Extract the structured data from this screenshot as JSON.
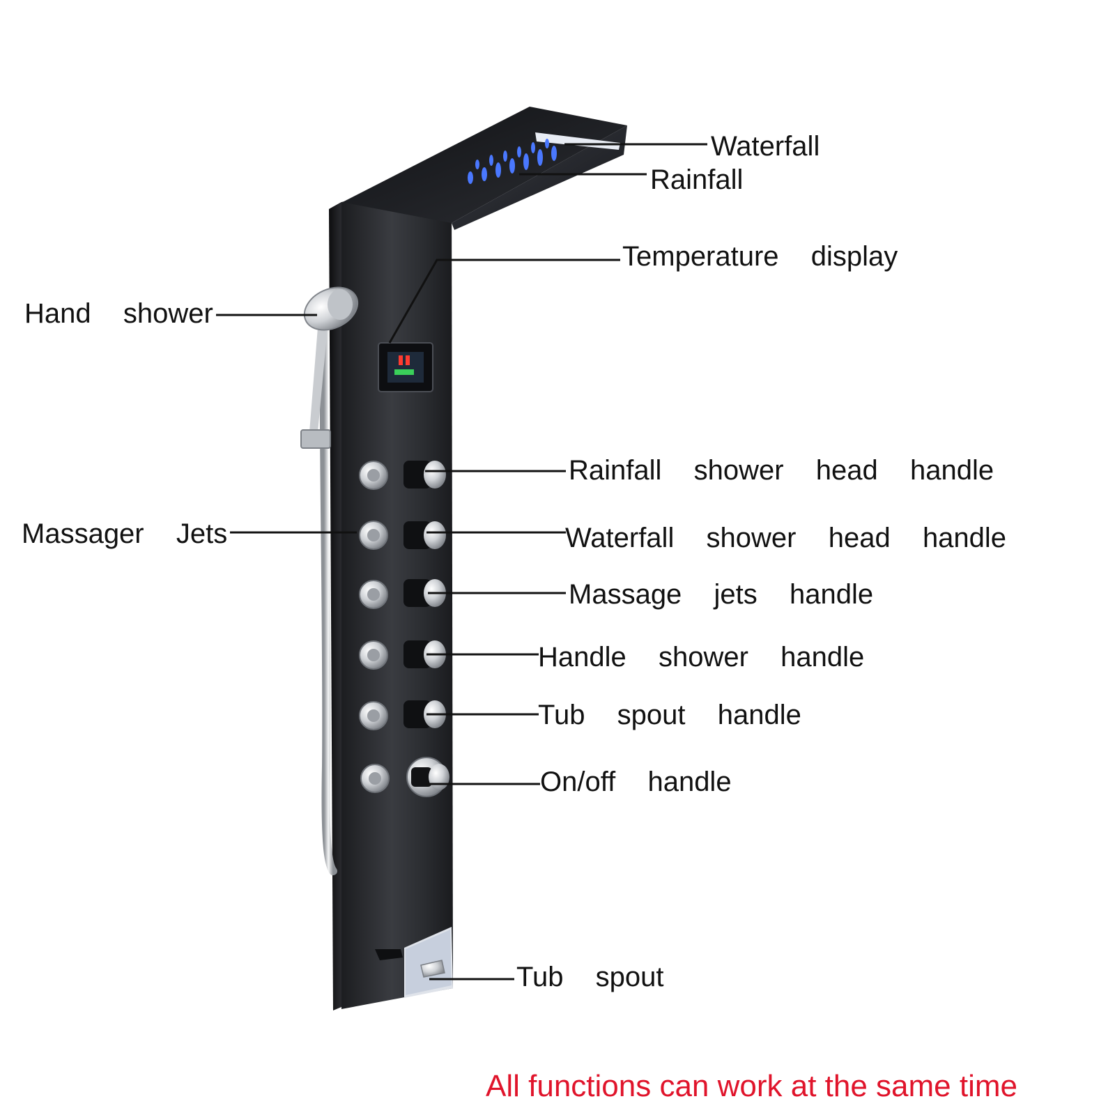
{
  "labels": {
    "waterfall": "Waterfall",
    "rainfall": "Rainfall",
    "temperature_display": "Temperature  display",
    "hand_shower": "Hand  shower",
    "rainfall_handle": "Rainfall  shower  head  handle",
    "massager_jets": "Massager  Jets",
    "waterfall_handle": "Waterfall  shower  head  handle",
    "massage_jets_handle": "Massage  jets  handle",
    "handle_shower_handle": "Handle  shower  handle",
    "tub_spout_handle": "Tub  spout  handle",
    "onoff_handle": "On/off  handle",
    "tub_spout": "Tub  spout"
  },
  "footer_note": "All functions can work at the same time",
  "colors": {
    "panel": "#2b2d31",
    "chrome": "#d9dbde",
    "led": "#3b6cff",
    "footer_text": "#e0142b"
  }
}
